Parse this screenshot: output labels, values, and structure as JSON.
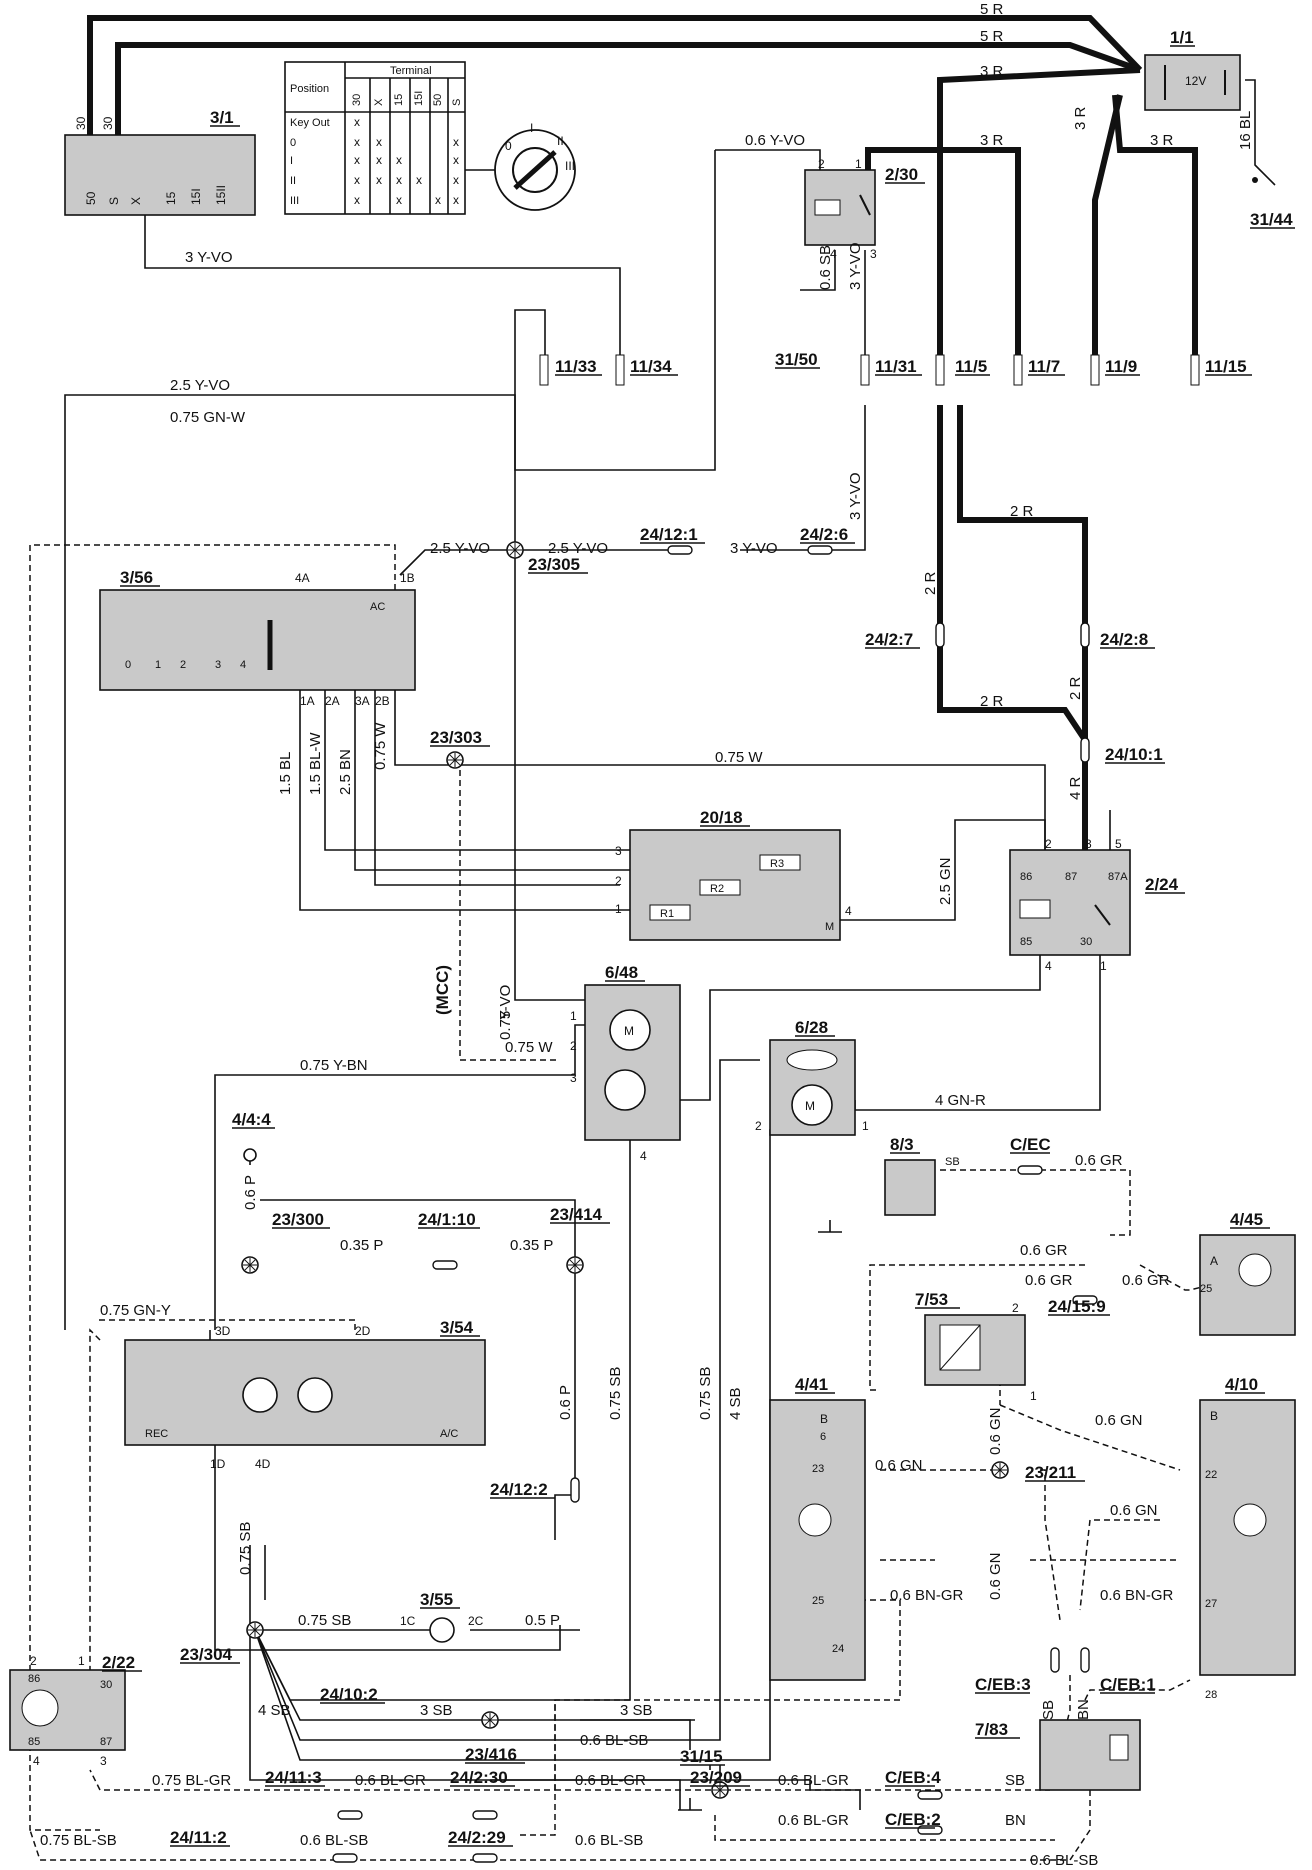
{
  "wire_labels": {
    "w5r_a": "5 R",
    "w5r_b": "5 R",
    "w3r_a": "3 R",
    "w3r_b": "3 R",
    "w3r_c": "3 R",
    "w3r_d": "3 R",
    "w16bl": "16 BL",
    "w06yvo": "0.6 Y-VO",
    "w3yvo_top": "3 Y-VO",
    "w06sb": "0.6 SB",
    "w3yvo_v": "3 Y-VO",
    "w3yvo_v2": "3 Y-VO",
    "w25yvo_top": "2.5  Y-VO",
    "w075gnw": "0.75   GN-W",
    "w25yvo_b": "2.5  Y-VO",
    "w25yvo_c": "2.5  Y-VO",
    "w3yvo_c": "3 Y-VO",
    "w2r_a": "2  R",
    "w2r_b": "2 R",
    "w2r_c": "2 R",
    "w2r_d": "2  R",
    "w4r": "4 R",
    "w075w": "0.75    W",
    "w15bl": "1.5   BL",
    "w15blw": "1.5    BL-W",
    "w25bn": "2.5    BN",
    "w075w_v": "0.75    W",
    "w25gn": "2.5    GN",
    "wyvo_v": "Y-VO",
    "w075_v": "0.75",
    "w075w_b": "0.75  W",
    "w075ybn": "0.75    Y-BN",
    "w4gnr": "4  GN-R",
    "wsb_83": "SB",
    "w06gr_a": "0.6 GR",
    "w06p": "0.6  P",
    "w035p_a": "0.35  P",
    "w035p_b": "0.35  P",
    "w06gr_b": "0.6 GR",
    "w06gr_c": "0.6 GR",
    "w06gr_d": "0.6 GR",
    "w075gny": "0.75 GN-Y",
    "w06p_v": "0.6   P",
    "w075sb_v": "0.75   SB",
    "w075sb_v2": "0.75   SB",
    "w4sb_v": "4   SB",
    "w06gn_a": "0.6 GN",
    "w06gn_v": "0.6 GN",
    "w06gn_b": "0.6 GN",
    "w06gn_c": "0.6 GN",
    "w06gn_v2": "0.6 GN",
    "w075sb_d": "0.75  SB",
    "w075sb_h": "0.75   SB",
    "w05p": "0.5    P",
    "w06bngr_a": "0.6 BN-GR",
    "w06bngr_b": "0.6 BN-GR",
    "w4sb_h": "4   SB",
    "w3sb_a": "3  SB",
    "w3sb_b": "3   SB",
    "wsb_v": "SB",
    "wbn_v": "BN",
    "w06blsb_a": "0.6   BL-SB",
    "w075blgr": "0.75     BL-GR",
    "w06blgr_a": "0.6   BL-GR",
    "w06blgr_b": "0.6   BL-GR",
    "w06blgr_c": "0.6 BL-GR",
    "wsb_h": "SB",
    "w06blgr_d": "0.6 BL-GR",
    "wbn_h": "BN",
    "w075blsb": "0.75     BL-SB",
    "w06blsb_b": "0.6    BL-SB",
    "w06blsb_c": "0.6    BL-SB",
    "w06blsb_d": "0.6 BL-SB"
  },
  "components": {
    "c3_1": "3/1",
    "c1_1": "1/1",
    "c31_44": "31/44",
    "c2_30": "2/30",
    "c31_50": "31/50",
    "c11_33": "11/33",
    "c11_34": "11/34",
    "c11_31": "11/31",
    "c11_5": "11/5",
    "c11_7": "11/7",
    "c11_9": "11/9",
    "c11_15": "11/15",
    "c3_56": "3/56",
    "c23_305": "23/305",
    "c24_12_1": "24/12:1",
    "c24_2_6": "24/2:6",
    "c24_2_7": "24/2:7",
    "c24_2_8": "24/2:8",
    "c24_10_1": "24/10:1",
    "c23_303": "23/303",
    "c20_18": "20/18",
    "c2_24": "2/24",
    "c6_48": "6/48",
    "c6_28": "6/28",
    "c4_4_4": "4/4:4",
    "c23_300": "23/300",
    "c24_1_10": "24/1:10",
    "c23_414": "23/414",
    "c8_3": "8/3",
    "cC_EC": "C/EC",
    "c4_45": "4/45",
    "c7_53": "7/53",
    "c24_15_9": "24/15:9",
    "c3_54": "3/54",
    "c4_41": "4/41",
    "c4_10": "4/10",
    "c23_211": "23/211",
    "c24_12_2": "24/12:2",
    "c3_55": "3/55",
    "c23_304": "23/304",
    "cC_EB_3": "C/EB:3",
    "cC_EB_1": "C/EB:1",
    "c7_83": "7/83",
    "c2_22": "2/22",
    "c24_10_2": "24/10:2",
    "c23_416": "23/416",
    "c31_15": "31/15",
    "c24_11_3": "24/11:3",
    "c24_2_30": "24/2:30",
    "c23_209": "23/209",
    "cC_EB_4": "C/EB:4",
    "cC_EB_2": "C/EB:2",
    "c24_11_2": "24/11:2",
    "c24_2_29": "24/2:29",
    "mcc": "(MCC)"
  },
  "ignition_table": {
    "title": "Terminal",
    "position_header": "Position",
    "columns": [
      "30",
      "X",
      "15",
      "15I",
      "50",
      "S"
    ],
    "rows": [
      "Key Out",
      "0",
      "I",
      "II",
      "III"
    ],
    "key_positions": [
      "0",
      "I",
      "II",
      "III"
    ]
  },
  "pins": {
    "p30": "30",
    "p30b": "30",
    "p50": "50",
    "pS": "S",
    "pX": "X",
    "p15": "15",
    "p15I": "15I",
    "p15II": "15II",
    "p12v": "12V",
    "p1": "1",
    "p2": "2",
    "p3": "3",
    "p4": "4",
    "p5": "5",
    "p4A": "4A",
    "p1B": "1B",
    "p1A": "1A",
    "p2A": "2A",
    "p3A": "3A",
    "p2B": "2B",
    "pAC": "AC",
    "pM": "M",
    "pR1": "R1",
    "pR2": "R2",
    "pR3": "R3",
    "p86": "86",
    "p87": "87",
    "p85": "85",
    "p87A": "87A",
    "p3D": "3D",
    "p2D": "2D",
    "p1D": "1D",
    "p4D": "4D",
    "pREC": "REC",
    "pAC2": "A/C",
    "pB": "B",
    "pA": "A",
    "p6": "6",
    "p23": "23",
    "p25": "25",
    "p24": "24",
    "p22": "22",
    "p27": "27",
    "p28": "28",
    "p1C": "1C",
    "p2C": "2C",
    "p0": "0",
    "p1n": "1",
    "pL1": "1",
    "pL2": "2",
    "pL3": "3",
    "pL4": "4"
  }
}
